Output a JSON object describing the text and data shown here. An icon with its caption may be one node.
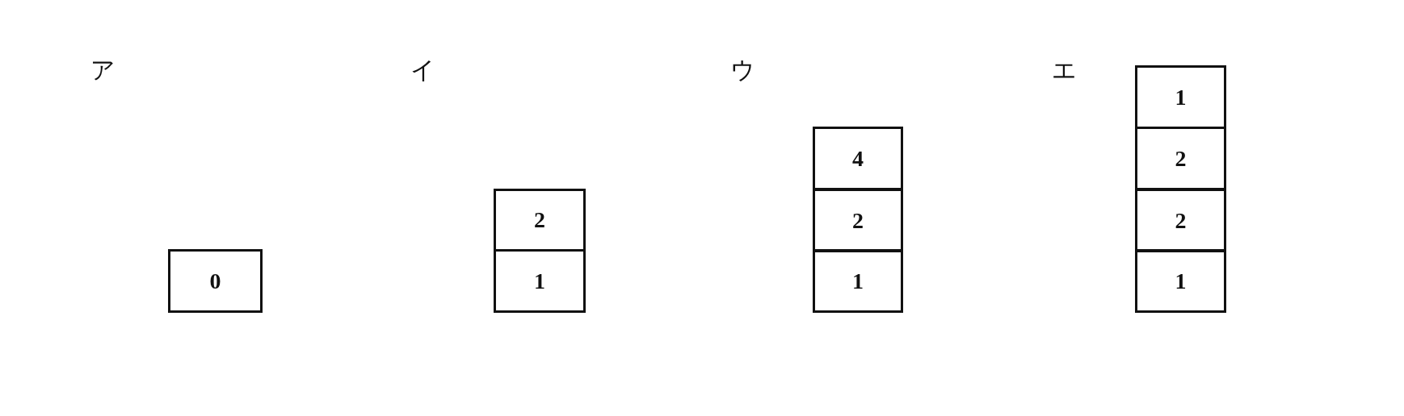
{
  "diagram": {
    "nodes": [
      {
        "text": [
          "0"
        ]
      },
      {
        "text": [
          "2"
        ]
      },
      {
        "text": [
          "1"
        ]
      },
      {
        "text": [
          "4"
        ]
      },
      {
        "text": [
          "2"
        ]
      },
      {
        "text": [
          "1"
        ]
      },
      {
        "text": [
          "1"
        ]
      },
      {
        "text": [
          "2"
        ]
      },
      {
        "text": [
          "2"
        ]
      },
      {
        "text": [
          "1"
        ]
      }
    ],
    "labels": [
      "ア",
      "イ",
      "ウ",
      "エ"
    ]
  }
}
